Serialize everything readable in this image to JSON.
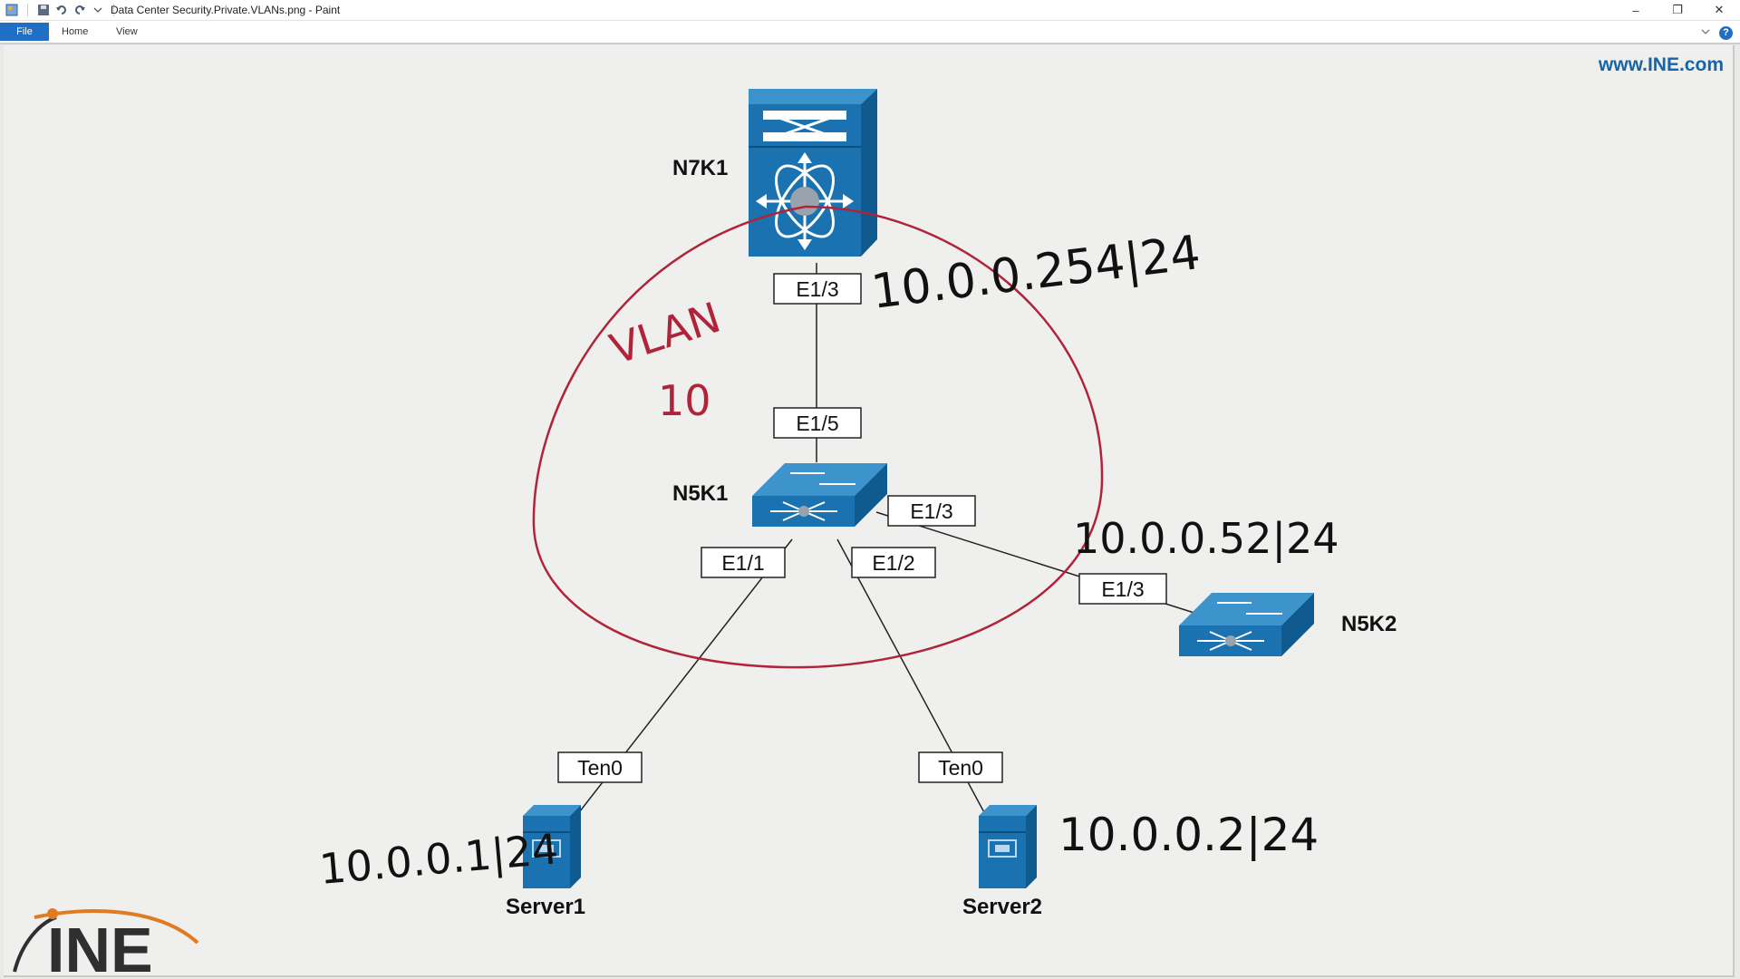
{
  "window": {
    "title": "Data Center Security.Private.VLANs.png - Paint",
    "controls": {
      "minimize": "–",
      "maximize": "❐",
      "close": "✕"
    }
  },
  "menubar": {
    "file": "File",
    "home": "Home",
    "view": "View",
    "help": "?"
  },
  "watermark": "www.INE.com",
  "logo": "INE",
  "devices": {
    "n7k1": "N7K1",
    "n5k1": "N5K1",
    "n5k2": "N5K2",
    "server1": "Server1",
    "server2": "Server2"
  },
  "ports": {
    "n7k1_e13": "E1/3",
    "n5k1_e15": "E1/5",
    "n5k1_e13": "E1/3",
    "n5k1_e11": "E1/1",
    "n5k1_e12": "E1/2",
    "n5k2_e13": "E1/3",
    "server1_ten0": "Ten0",
    "server2_ten0": "Ten0"
  },
  "annotations": {
    "vlan_line1": "VLAN",
    "vlan_line2": "10",
    "ip_n7k1": "10.0.0.254|24",
    "ip_n5k2": "10.0.0.52|24",
    "ip_server1": "10.0.0.1|24",
    "ip_server2": "10.0.0.2|24"
  },
  "colors": {
    "device_front": "#1a72b0",
    "device_top": "#3d93cc",
    "device_side": "#0f5a8e",
    "vlan_ink": "#b0243b",
    "link": "#222222"
  }
}
